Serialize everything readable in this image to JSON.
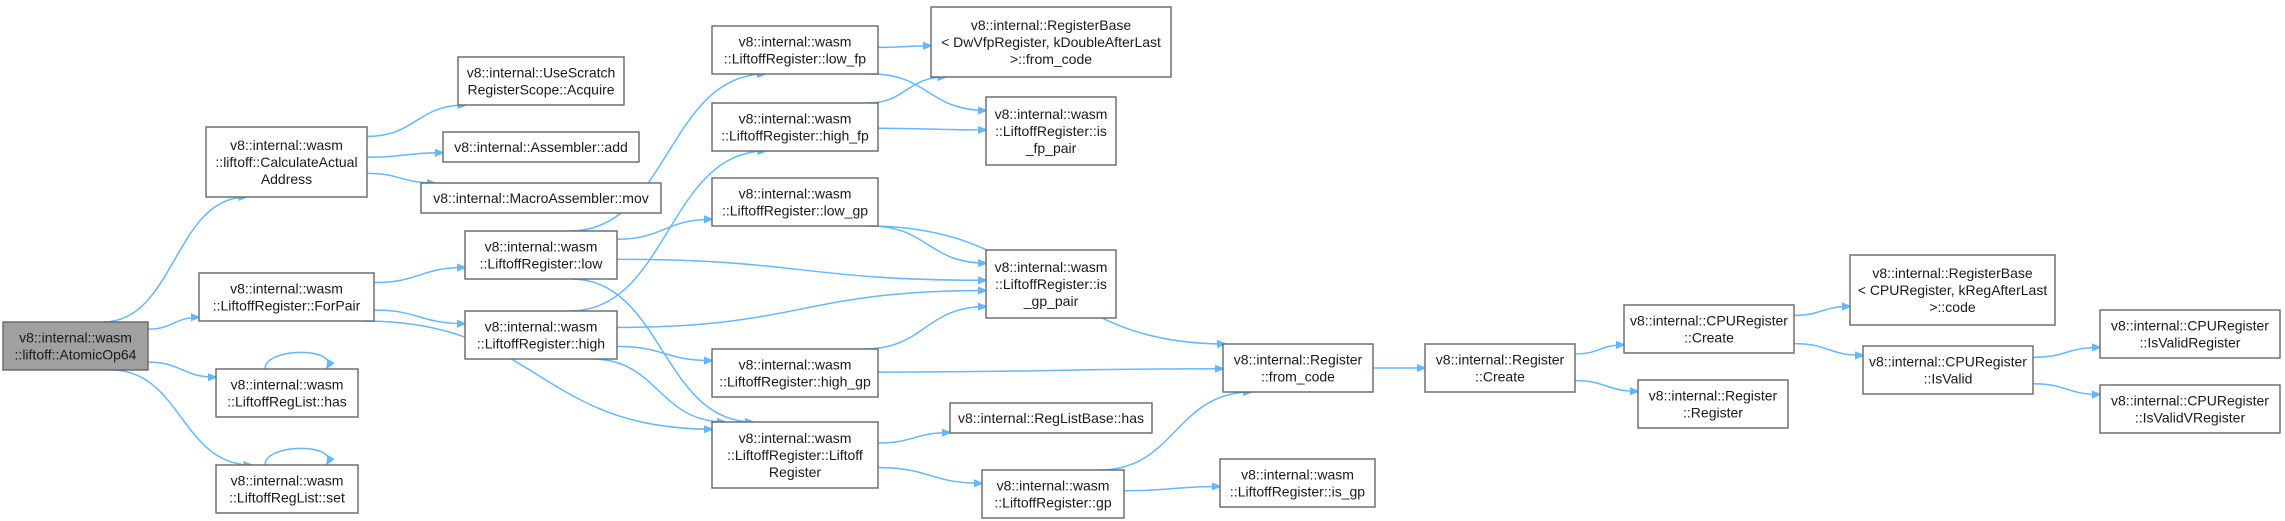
{
  "nodes": {
    "atomicop64": {
      "lines": [
        "v8::internal::wasm",
        "::liftoff::AtomicOp64"
      ],
      "root": true
    },
    "calcaddr": {
      "lines": [
        "v8::internal::wasm",
        "::liftoff::CalculateActual",
        "Address"
      ]
    },
    "usescratch": {
      "lines": [
        "v8::internal::UseScratch",
        "RegisterScope::Acquire"
      ]
    },
    "asmadd": {
      "lines": [
        "v8::internal::Assembler::add"
      ]
    },
    "masmmov": {
      "lines": [
        "v8::internal::MacroAssembler::mov"
      ]
    },
    "forpair": {
      "lines": [
        "v8::internal::wasm",
        "::LiftoffRegister::ForPair"
      ]
    },
    "reghas": {
      "lines": [
        "v8::internal::wasm",
        "::LiftoffRegList::has"
      ]
    },
    "regset": {
      "lines": [
        "v8::internal::wasm",
        "::LiftoffRegList::set"
      ]
    },
    "low": {
      "lines": [
        "v8::internal::wasm",
        "::LiftoffRegister::low"
      ]
    },
    "high": {
      "lines": [
        "v8::internal::wasm",
        "::LiftoffRegister::high"
      ]
    },
    "lowfp": {
      "lines": [
        "v8::internal::wasm",
        "::LiftoffRegister::low_fp"
      ]
    },
    "highfp": {
      "lines": [
        "v8::internal::wasm",
        "::LiftoffRegister::high_fp"
      ]
    },
    "lowgp": {
      "lines": [
        "v8::internal::wasm",
        "::LiftoffRegister::low_gp"
      ]
    },
    "highgp": {
      "lines": [
        "v8::internal::wasm",
        "::LiftoffRegister::high_gp"
      ]
    },
    "liftoffreg": {
      "lines": [
        "v8::internal::wasm",
        "::LiftoffRegister::Liftoff",
        "Register"
      ]
    },
    "dwvfp": {
      "lines": [
        "v8::internal::RegisterBase",
        "< DwVfpRegister, kDoubleAfterLast",
        ">::from_code"
      ]
    },
    "isfppair": {
      "lines": [
        "v8::internal::wasm",
        "::LiftoffRegister::is",
        "_fp_pair"
      ]
    },
    "isgppair": {
      "lines": [
        "v8::internal::wasm",
        "::LiftoffRegister::is",
        "_gp_pair"
      ]
    },
    "reglistbasehas": {
      "lines": [
        "v8::internal::RegListBase::has"
      ]
    },
    "gp": {
      "lines": [
        "v8::internal::wasm",
        "::LiftoffRegister::gp"
      ]
    },
    "isgp": {
      "lines": [
        "v8::internal::wasm",
        "::LiftoffRegister::is_gp"
      ]
    },
    "fromcode": {
      "lines": [
        "v8::internal::Register",
        "::from_code"
      ]
    },
    "regcreate": {
      "lines": [
        "v8::internal::Register",
        "::Create"
      ]
    },
    "cpucreate": {
      "lines": [
        "v8::internal::CPURegister",
        "::Create"
      ]
    },
    "regregister": {
      "lines": [
        "v8::internal::Register",
        "::Register"
      ]
    },
    "cpubase": {
      "lines": [
        "v8::internal::RegisterBase",
        "< CPURegister, kRegAfterLast",
        ">::code"
      ]
    },
    "cpuisvalid": {
      "lines": [
        "v8::internal::CPURegister",
        "::IsValid"
      ]
    },
    "isvalidreg": {
      "lines": [
        "v8::internal::CPURegister",
        "::IsValidRegister"
      ]
    },
    "isvalidvreg": {
      "lines": [
        "v8::internal::CPURegister",
        "::IsValidVRegister"
      ]
    }
  },
  "edges": [
    [
      "atomicop64",
      "calcaddr"
    ],
    [
      "atomicop64",
      "forpair"
    ],
    [
      "atomicop64",
      "reghas"
    ],
    [
      "atomicop64",
      "regset"
    ],
    [
      "calcaddr",
      "usescratch"
    ],
    [
      "calcaddr",
      "asmadd"
    ],
    [
      "calcaddr",
      "masmmov"
    ],
    [
      "forpair",
      "low"
    ],
    [
      "forpair",
      "high"
    ],
    [
      "forpair",
      "liftoffreg"
    ],
    [
      "reghas",
      "reghas"
    ],
    [
      "regset",
      "regset"
    ],
    [
      "low",
      "lowfp"
    ],
    [
      "low",
      "lowgp"
    ],
    [
      "low",
      "isgppair"
    ],
    [
      "low",
      "liftoffreg"
    ],
    [
      "high",
      "highfp"
    ],
    [
      "high",
      "highgp"
    ],
    [
      "high",
      "isgppair"
    ],
    [
      "high",
      "liftoffreg"
    ],
    [
      "lowfp",
      "dwvfp"
    ],
    [
      "lowfp",
      "isfppair"
    ],
    [
      "highfp",
      "dwvfp"
    ],
    [
      "highfp",
      "isfppair"
    ],
    [
      "lowgp",
      "isgppair"
    ],
    [
      "lowgp",
      "fromcode"
    ],
    [
      "highgp",
      "isgppair"
    ],
    [
      "highgp",
      "fromcode"
    ],
    [
      "liftoffreg",
      "reglistbasehas"
    ],
    [
      "liftoffreg",
      "gp"
    ],
    [
      "gp",
      "isgp"
    ],
    [
      "gp",
      "fromcode"
    ],
    [
      "fromcode",
      "regcreate"
    ],
    [
      "regcreate",
      "cpucreate"
    ],
    [
      "regcreate",
      "regregister"
    ],
    [
      "cpucreate",
      "cpubase"
    ],
    [
      "cpucreate",
      "cpuisvalid"
    ],
    [
      "cpuisvalid",
      "isvalidreg"
    ],
    [
      "cpuisvalid",
      "isvalidvreg"
    ]
  ]
}
